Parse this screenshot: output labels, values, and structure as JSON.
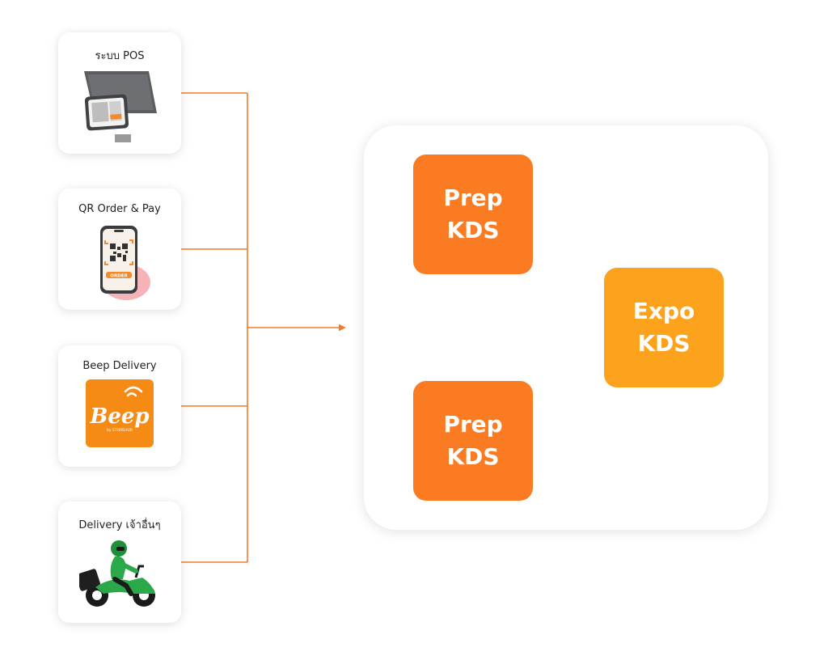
{
  "sources": [
    {
      "label": "ระบบ POS",
      "icon": "pos-terminal-icon"
    },
    {
      "label": "QR Order & Pay",
      "icon": "qr-phone-icon",
      "badge": "ORDER"
    },
    {
      "label": "Beep Delivery",
      "icon": "beep-logo-icon",
      "logo_text": "Beep",
      "logo_sub": "by STOREHUB"
    },
    {
      "label": "Delivery เจ้าอื่นๆ",
      "icon": "delivery-rider-icon"
    }
  ],
  "kds": {
    "prep_top": {
      "line1": "Prep",
      "line2": "KDS"
    },
    "prep_bottom": {
      "line1": "Prep",
      "line2": "KDS"
    },
    "expo": {
      "line1": "Expo",
      "line2": "KDS"
    }
  },
  "colors": {
    "prep": "#FB7B23",
    "expo": "#FDA21C",
    "connector": "#F47A2A"
  }
}
